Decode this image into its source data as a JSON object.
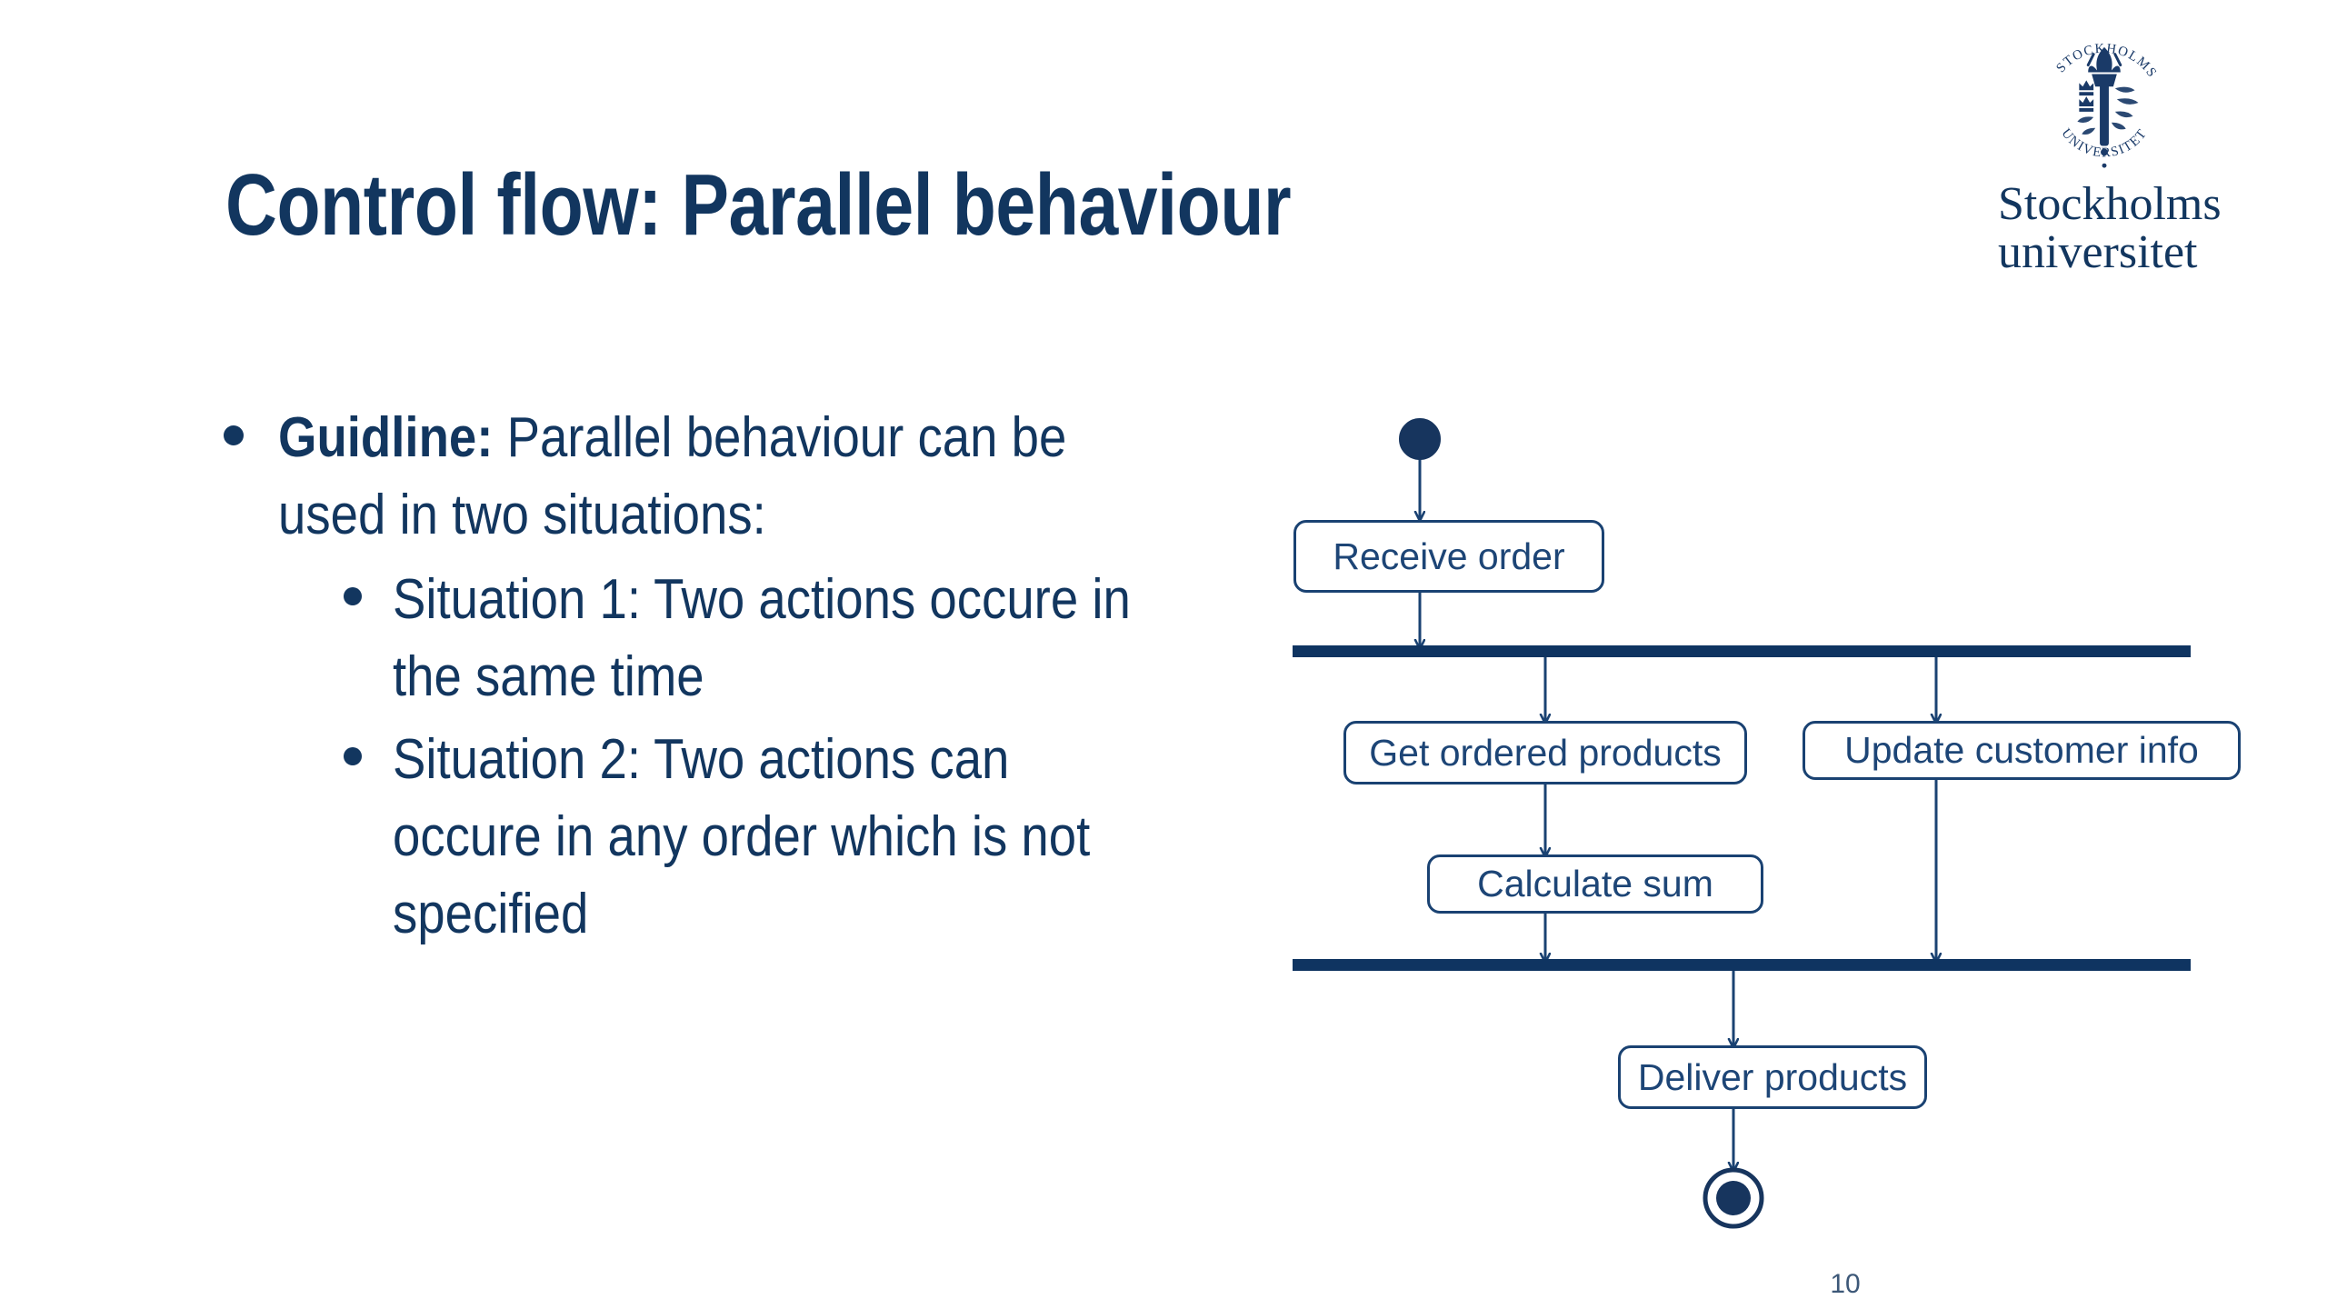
{
  "slide": {
    "title": "Control flow: Parallel behaviour",
    "page_number": "10",
    "background_color": "#ffffff",
    "accent_color": "#12365f",
    "diagram_line_color": "#1a4272"
  },
  "logo": {
    "name": "stockholm-university-logo",
    "seal_ring_text_top": "STOCKHOLMS",
    "seal_ring_text_bottom": "UNIVERSITET",
    "wordmark_line1": "Stockholms",
    "wordmark_line2": "universitet"
  },
  "content": {
    "bullets": [
      {
        "level": 1,
        "bold_lead": "Guidline:",
        "text": " Parallel behaviour can be used in two situations:"
      },
      {
        "level": 2,
        "bold_lead": "",
        "text": "Situation 1: Two actions occure in the same time"
      },
      {
        "level": 2,
        "bold_lead": "",
        "text": "Situation 2: Two actions can occure in any order which is not specified"
      }
    ]
  },
  "diagram": {
    "type": "uml-activity-diagram",
    "nodes": {
      "initial": "initial-node",
      "receive_order": "Receive order",
      "get_ordered_products": "Get ordered products",
      "update_customer_info": "Update customer info",
      "calculate_sum": "Calculate sum",
      "deliver_products": "Deliver products",
      "final": "final-node"
    },
    "bars": {
      "fork": "fork-bar",
      "join": "join-bar"
    }
  }
}
